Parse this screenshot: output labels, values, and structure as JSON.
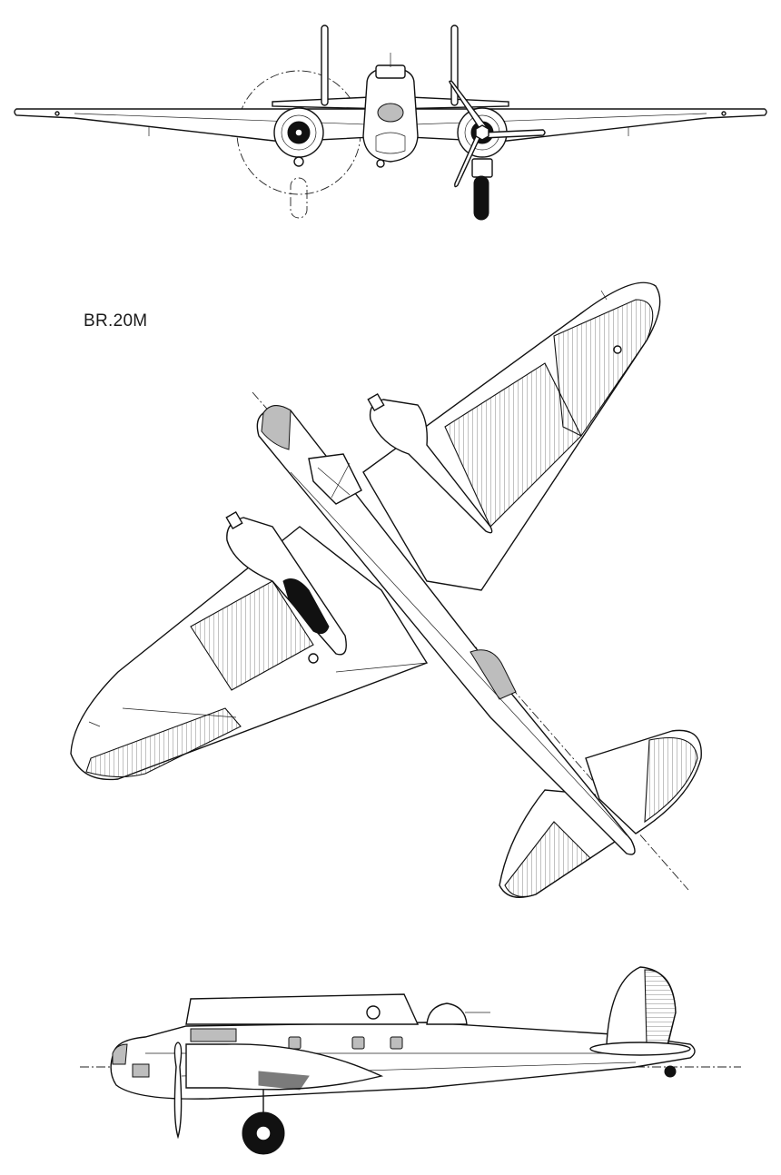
{
  "drawing": {
    "designation": "BR.20M"
  },
  "views": [
    {
      "name": "front-view"
    },
    {
      "name": "top-view"
    },
    {
      "name": "side-view"
    }
  ],
  "colors": {
    "line": "#111111",
    "background": "#ffffff",
    "fill_dark": "#111111",
    "fill_grey": "#bdbdbd"
  }
}
